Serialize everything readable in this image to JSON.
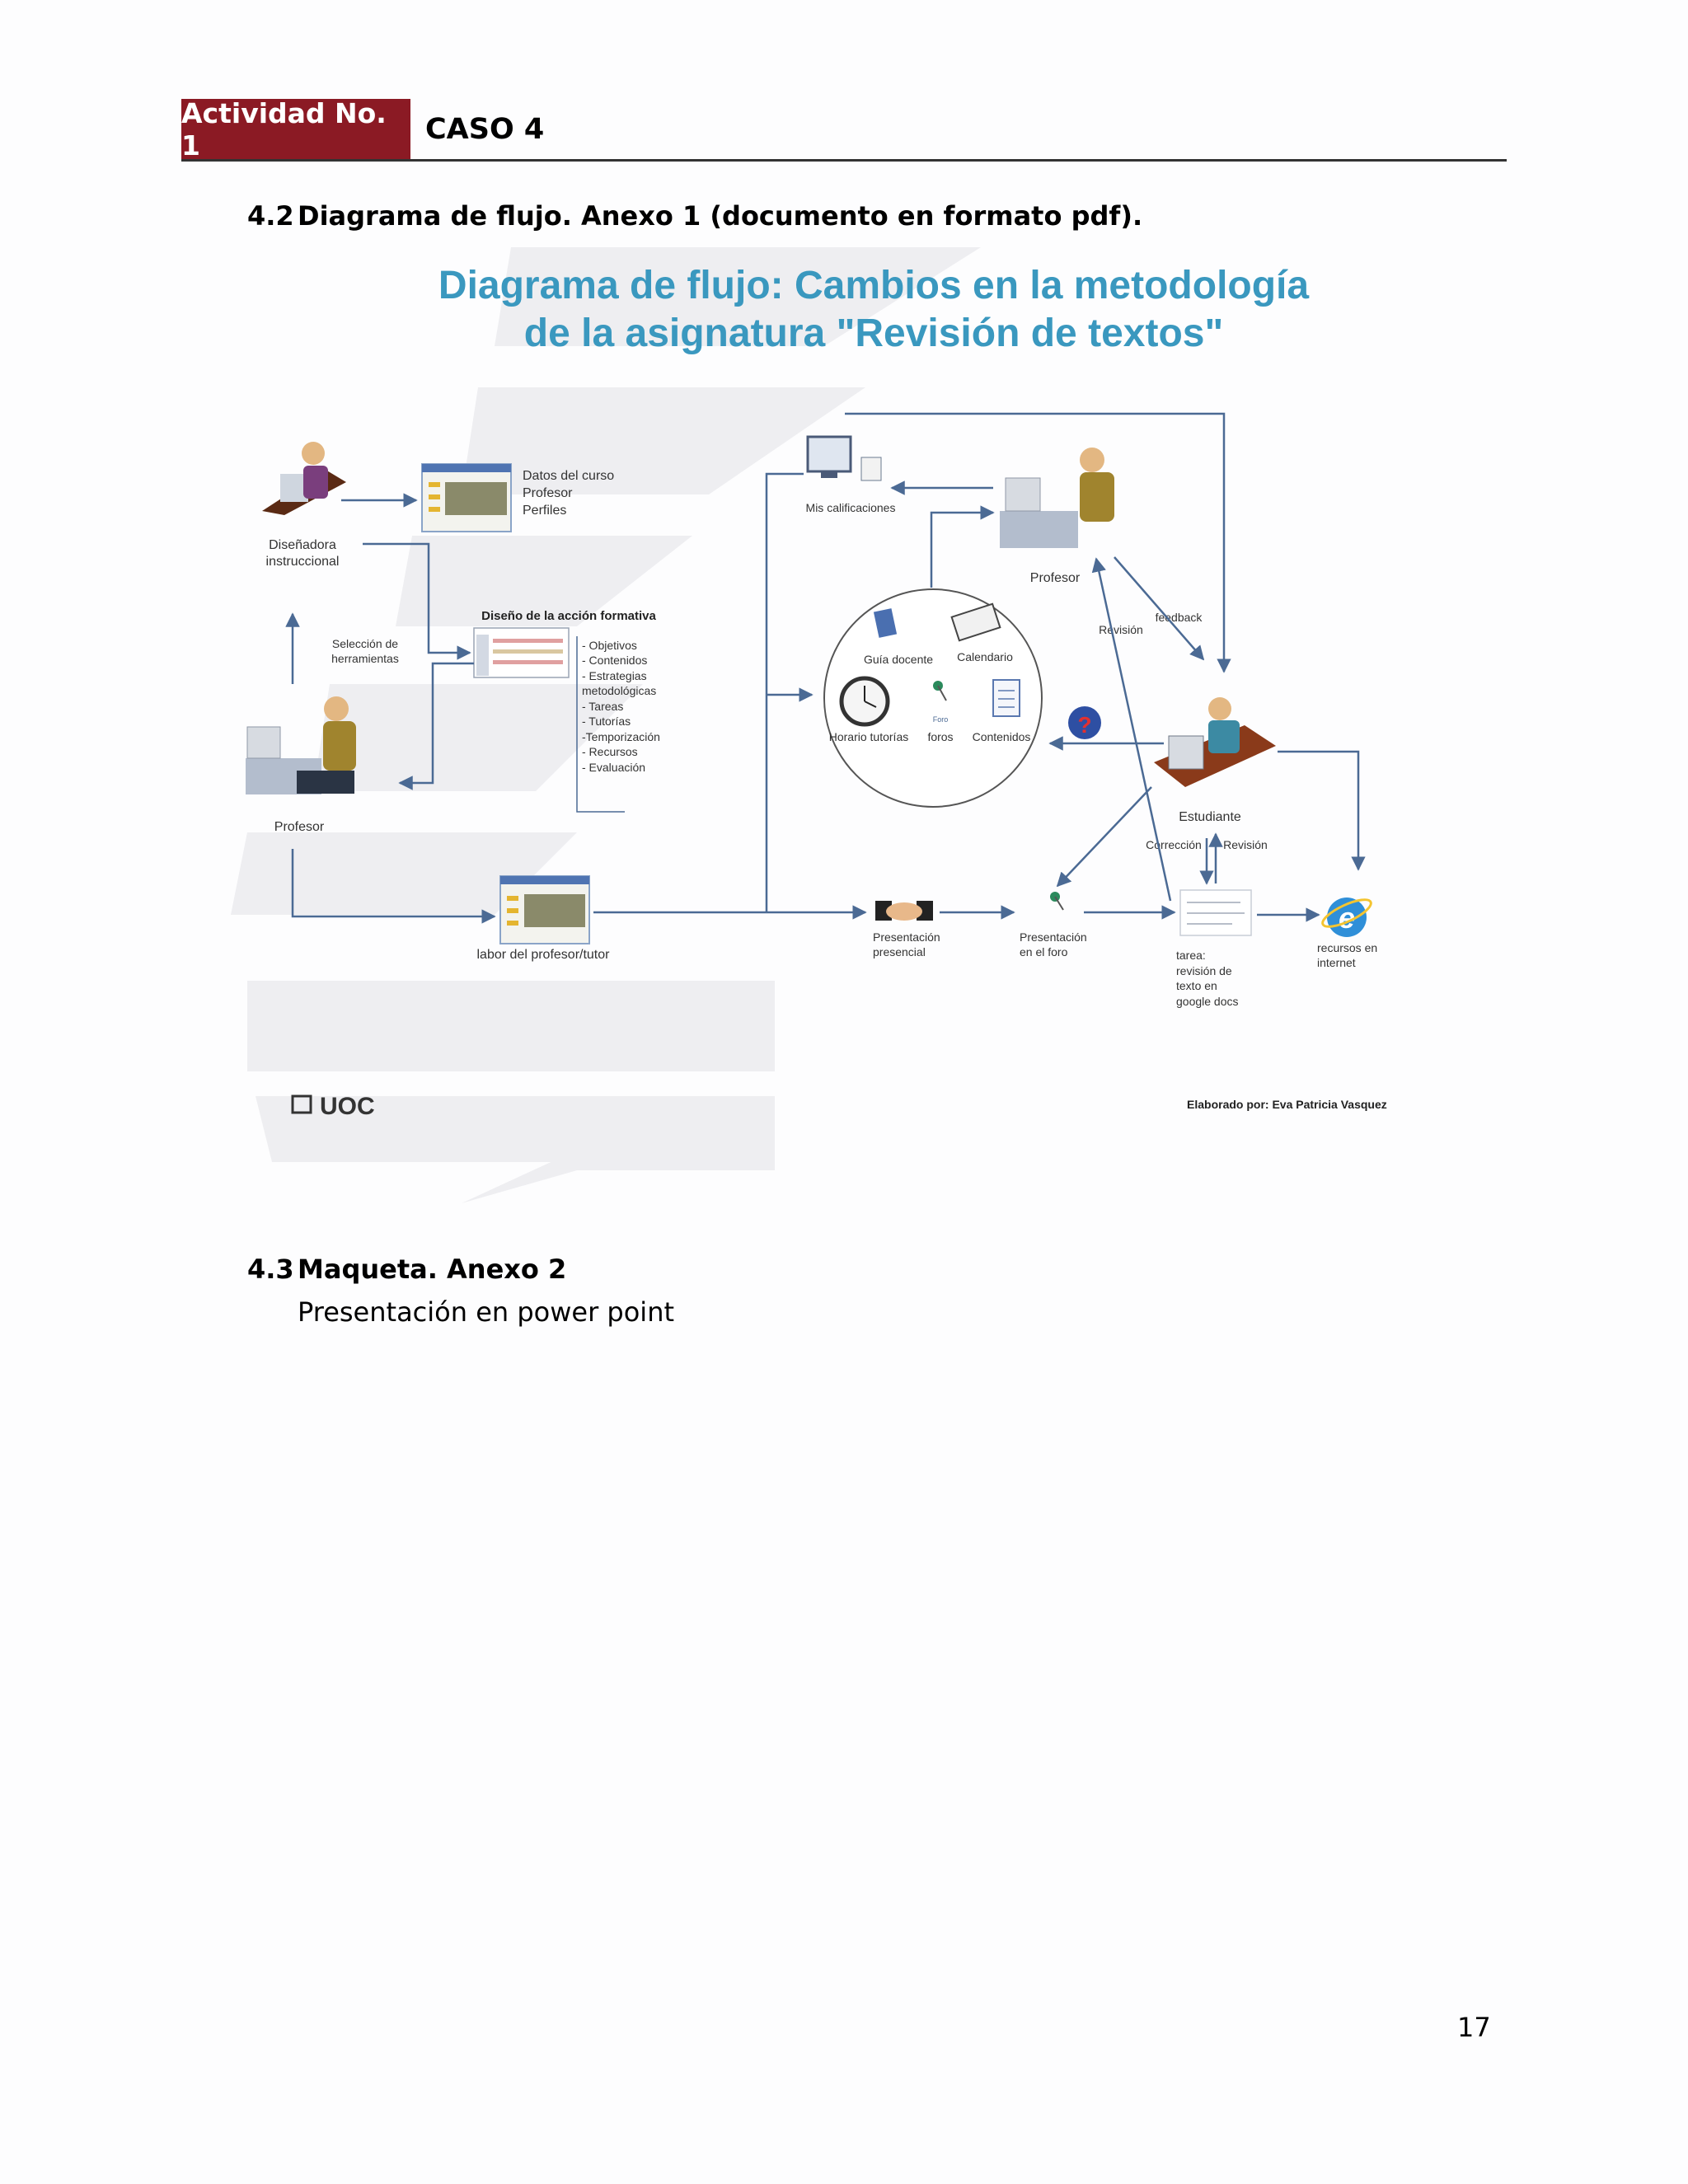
{
  "header": {
    "tag": "Actividad No. 1",
    "case": "CASO 4"
  },
  "section_42": {
    "number": "4.2",
    "title": "Diagrama de flujo. Anexo 1 (documento en formato pdf)."
  },
  "diagram": {
    "title_line1": "Diagrama de flujo: Cambios en la metodología",
    "title_line2": "de la asignatura \"Revisión de textos\"",
    "designer_l1": "Diseñadora",
    "designer_l2": "instruccional",
    "course_data": [
      "Datos del curso",
      "Profesor",
      "Perfiles"
    ],
    "tool_selection_l1": "Selección de",
    "tool_selection_l2": "herramientas",
    "design_title": "Diseño de la acción formativa",
    "design_items": [
      "- Objetivos",
      "- Contenidos",
      "- Estrategias",
      "metodológicas",
      "- Tareas",
      "- Tutorías",
      "-Temporización",
      "- Recursos",
      "- Evaluación"
    ],
    "profesor_left": "Profesor",
    "labor": "labor del profesor/tutor",
    "grades": "Mis calificaciones",
    "profesor_right": "Profesor",
    "feedback": "feedback",
    "revision_1": "Revisión",
    "guia": "Guía docente",
    "calendario": "Calendario",
    "horario": "Horario tutorías",
    "foros": "foros",
    "foro_tag": "Foro",
    "contenidos": "Contenidos",
    "estudiante": "Estudiante",
    "correccion": "Corrección",
    "revision_2": "Revisión",
    "pres_presencial_l1": "Presentación",
    "pres_presencial_l2": "presencial",
    "pres_foro_l1": "Presentación",
    "pres_foro_l2": "en el foro",
    "tarea": [
      "tarea:",
      "revisión de",
      "texto en",
      "google docs"
    ],
    "recursos_l1": "recursos en",
    "recursos_l2": "internet",
    "logo": "UOC",
    "credit": "Elaborado por: Eva Patricia Vasquez"
  },
  "section_43": {
    "number": "4.3",
    "title": "Maqueta. Anexo 2",
    "body": "Presentación en power point"
  },
  "page_number": "17",
  "colors": {
    "tag_bg": "#8b1a24",
    "title_blue": "#3a98bf",
    "arrow": "#4b6a94",
    "watermark": "#eeeef1"
  }
}
